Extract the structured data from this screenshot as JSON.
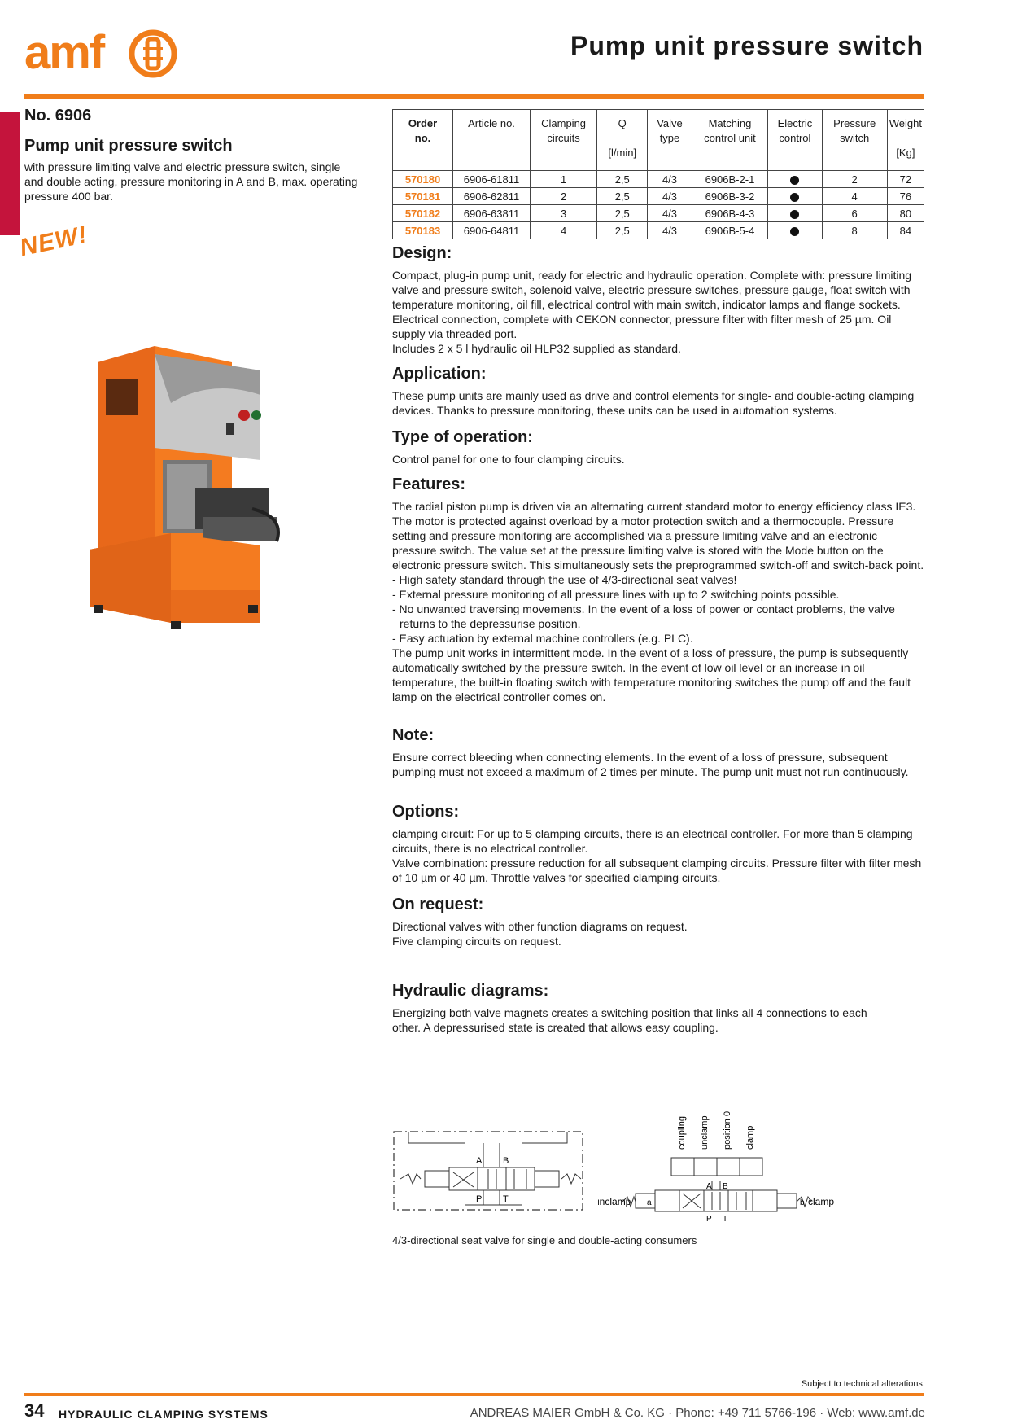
{
  "header": {
    "logo_text": "amf",
    "page_title": "Pump unit pressure switch"
  },
  "product": {
    "number": "No. 6906",
    "title": "Pump unit pressure switch",
    "description": "with pressure limiting valve and electric pressure switch, single and double acting, pressure monitoring in A and B, max. operating pressure 400 bar.",
    "badge": "NEW!"
  },
  "table": {
    "headers": {
      "order": [
        "Order",
        "no."
      ],
      "article": [
        "Article no."
      ],
      "clamping": [
        "Clamping",
        "circuits"
      ],
      "q": [
        "Q",
        "",
        "[l/min]"
      ],
      "valve": [
        "Valve",
        "type"
      ],
      "matching": [
        "Matching",
        "control unit"
      ],
      "electric": [
        "Electric",
        "control"
      ],
      "pressure": [
        "Pressure",
        "switch"
      ],
      "weight": [
        "Weight",
        "",
        "[Kg]"
      ]
    },
    "rows": [
      {
        "order": "570180",
        "article": "6906-61811",
        "circuits": "1",
        "q": "2,5",
        "valve": "4/3",
        "matching": "6906B-2-1",
        "pressure": "2",
        "weight": "72"
      },
      {
        "order": "570181",
        "article": "6906-62811",
        "circuits": "2",
        "q": "2,5",
        "valve": "4/3",
        "matching": "6906B-3-2",
        "pressure": "4",
        "weight": "76"
      },
      {
        "order": "570182",
        "article": "6906-63811",
        "circuits": "3",
        "q": "2,5",
        "valve": "4/3",
        "matching": "6906B-4-3",
        "pressure": "6",
        "weight": "80"
      },
      {
        "order": "570183",
        "article": "6906-64811",
        "circuits": "4",
        "q": "2,5",
        "valve": "4/3",
        "matching": "6906B-5-4",
        "pressure": "8",
        "weight": "84"
      }
    ]
  },
  "sections": {
    "design": {
      "title": "Design:",
      "lines": [
        "Compact, plug-in pump unit, ready for electric and hydraulic operation. Complete with: pressure limiting valve and pressure switch, solenoid valve, electric pressure switches, pressure gauge, float switch with temperature monitoring, oil fill, electrical control with main switch, indicator lamps and flange sockets. Electrical connection, complete with CEKON connector, pressure filter with filter mesh of 25 µm. Oil supply via threaded port.",
        "Includes 2 x 5 l hydraulic oil HLP32 supplied as standard."
      ]
    },
    "application": {
      "title": "Application:",
      "lines": [
        "These pump units are mainly used as drive and control elements for single- and double-acting clamping devices. Thanks to pressure monitoring, these units can be used in automation systems."
      ]
    },
    "operation": {
      "title": "Type of operation:",
      "lines": [
        "Control panel for one to four clamping circuits."
      ]
    },
    "features": {
      "title": "Features:",
      "lines": [
        "The radial piston pump is driven via an alternating current standard motor to energy efficiency class IE3. The motor is protected against overload by a motor protection switch and a thermocouple. Pressure setting and pressure monitoring are accomplished via a pressure limiting valve and an electronic pressure switch. The value set at the pressure limiting valve is stored with the Mode button on the electronic pressure switch. This simultaneously sets the preprogrammed switch-off and switch-back point.",
        "- High safety standard through the use of 4/3-directional seat valves!",
        "- External pressure monitoring of all pressure lines with up to 2 switching points possible.",
        "- No unwanted traversing movements. In the event of a loss of power or contact problems, the valve",
        "returns to the depressurise position.",
        "- Easy actuation by external machine controllers (e.g. PLC).",
        "The pump unit works in intermittent mode. In the event of a loss of pressure, the pump is subsequently automatically switched by the pressure switch. In the event of low oil level or an increase in oil temperature, the built-in floating switch with temperature monitoring switches the pump off and the fault lamp on the electrical controller comes on."
      ]
    },
    "note": {
      "title": "Note:",
      "lines": [
        "Ensure correct bleeding when connecting elements. In the event of a loss of pressure, subsequent pumping must not exceed a maximum of 2 times per minute. The pump unit must not run continuously."
      ]
    },
    "options": {
      "title": "Options:",
      "lines": [
        "clamping circuit: For up to 5 clamping circuits, there is an electrical controller. For more than 5 clamping circuits, there is no electrical controller.",
        "Valve combination: pressure reduction for all subsequent clamping circuits. Pressure filter with filter mesh of 10 µm or 40 µm. Throttle valves for specified clamping circuits."
      ]
    },
    "onrequest": {
      "title": "On request:",
      "lines": [
        "Directional valves with other function diagrams on request.",
        "Five clamping circuits on request."
      ]
    },
    "hydraulic": {
      "title": "Hydraulic diagrams:",
      "lines": [
        "Energizing both valve magnets creates a switching position that links all 4 connections to each other. A depressurised state is created that allows easy coupling."
      ]
    }
  },
  "diagram": {
    "port_a": "A",
    "port_b": "B",
    "port_p": "P",
    "port_t": "T",
    "positions": [
      "coupling",
      "unclamp",
      "position 0",
      "clamp"
    ],
    "unclamp_label": "unclamp",
    "clamp_label": "clamp",
    "coil_a": "a",
    "coil_b": "b",
    "caption": "4/3-directional seat valve for single and double-acting consumers"
  },
  "footer": {
    "note": "Subject to technical alterations.",
    "page_number": "34",
    "category": "HYDRAULIC CLAMPING SYSTEMS",
    "contact": "ANDREAS MAIER GmbH & Co. KG · Phone: +49 711 5766-196 · Web: www.amf.de"
  },
  "colors": {
    "brand_orange": "#f07d1a",
    "side_tab_red": "#c4143c"
  }
}
